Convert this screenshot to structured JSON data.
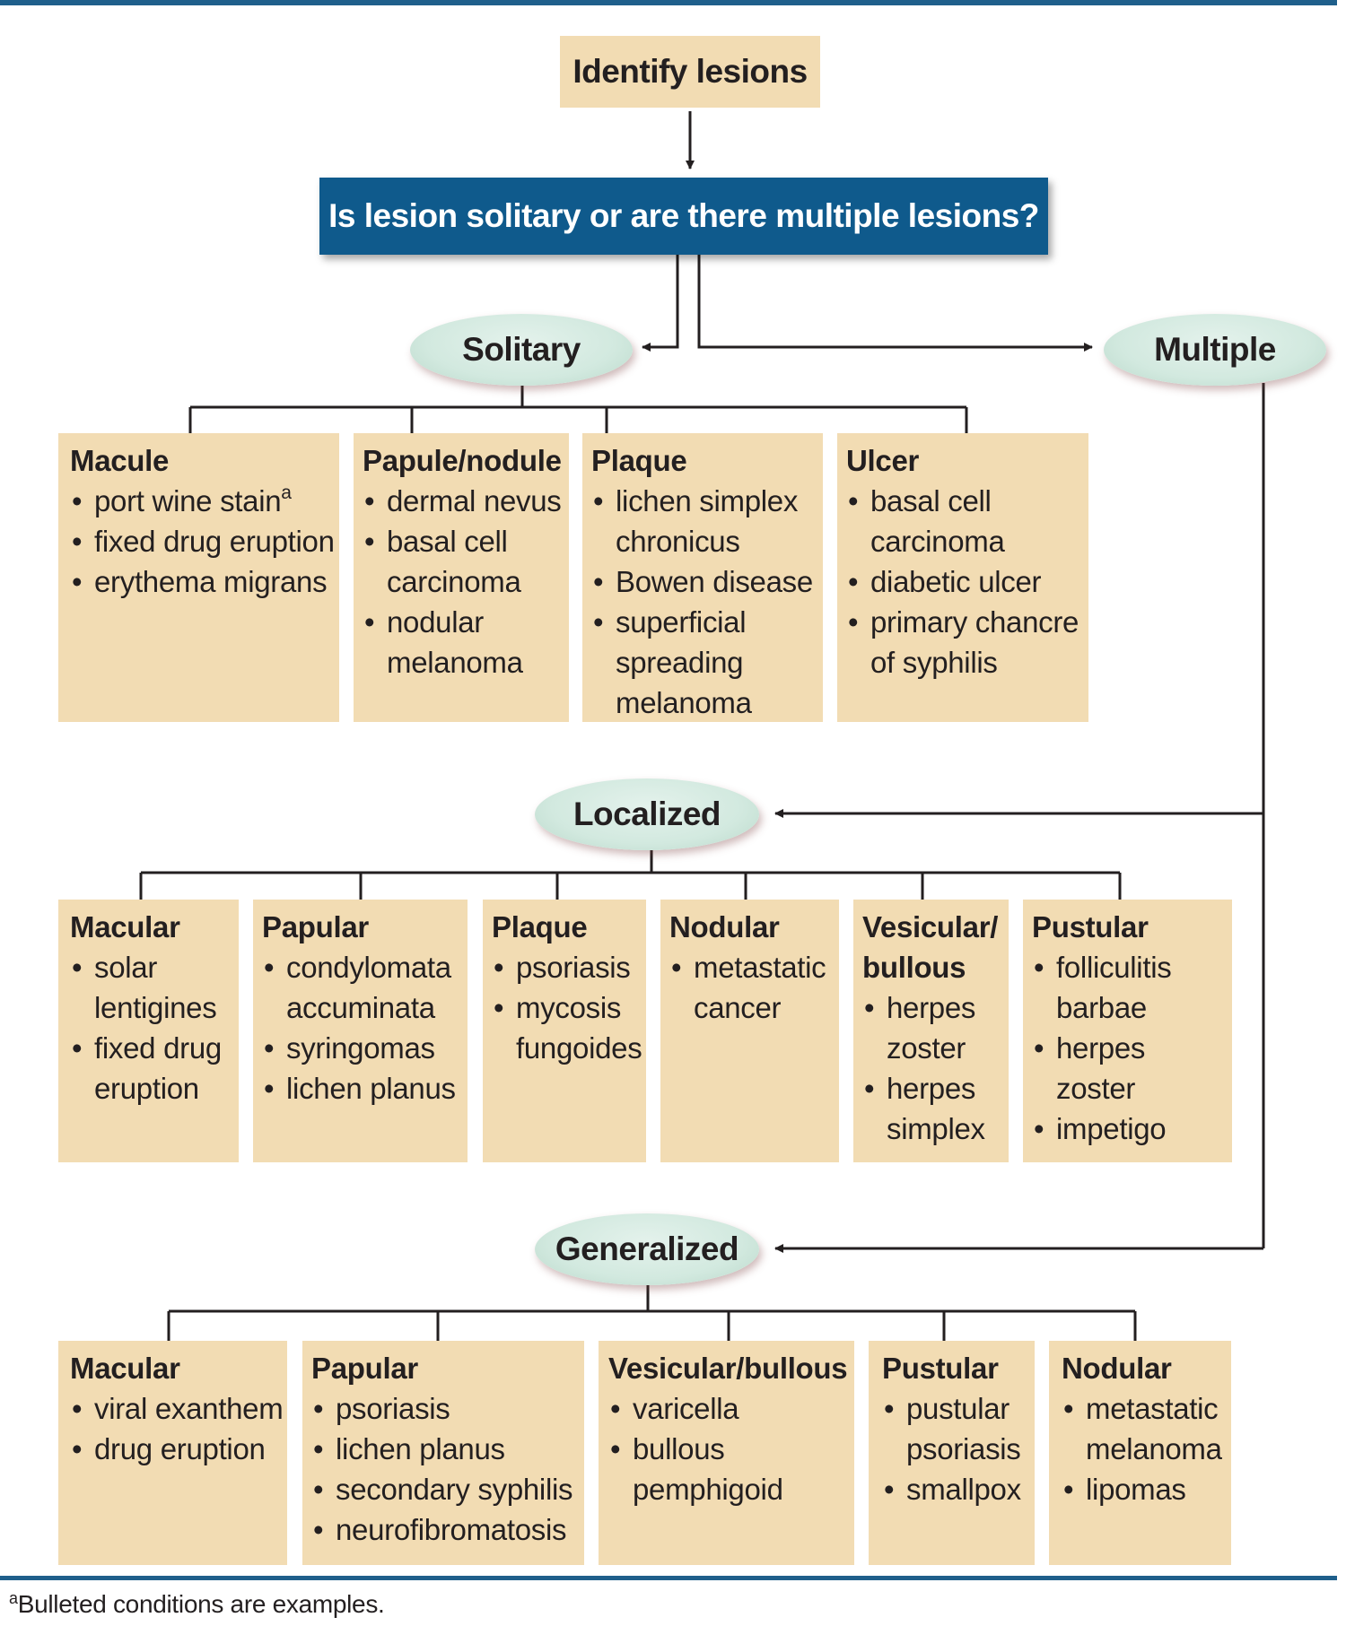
{
  "start": "Identify lesions",
  "question": "Is lesion solitary or are there multiple lesions?",
  "branches": {
    "solitary": "Solitary",
    "multiple": "Multiple",
    "localized": "Localized",
    "generalized": "Generalized"
  },
  "solitary_boxes": [
    {
      "title": "Macule",
      "items": [
        "port wine stain",
        "fixed drug eruption",
        "erythema migrans"
      ],
      "footnote_marker": "a"
    },
    {
      "title": "Papule/nodule",
      "items": [
        "dermal nevus",
        "basal cell carcinoma",
        "nodular melanoma"
      ]
    },
    {
      "title": "Plaque",
      "items": [
        "lichen simplex chronicus",
        "Bowen disease",
        "superficial spreading melanoma"
      ]
    },
    {
      "title": "Ulcer",
      "items": [
        "basal cell carcinoma",
        "diabetic ulcer",
        "primary chancre of syphilis"
      ]
    }
  ],
  "localized_boxes": [
    {
      "title": "Macular",
      "items": [
        "solar lentigines",
        "fixed drug eruption"
      ]
    },
    {
      "title": "Papular",
      "items": [
        "condylomata accuminata",
        "syringomas",
        "lichen planus"
      ]
    },
    {
      "title": "Plaque",
      "items": [
        "psoriasis",
        "mycosis fungoides"
      ]
    },
    {
      "title": "Nodular",
      "items": [
        "metastatic cancer"
      ]
    },
    {
      "title": "Vesicular/ bullous",
      "items": [
        "herpes zoster",
        "herpes simplex"
      ]
    },
    {
      "title": "Pustular",
      "items": [
        "folliculitis barbae",
        "herpes zoster",
        "impetigo"
      ]
    }
  ],
  "generalized_boxes": [
    {
      "title": "Macular",
      "items": [
        "viral exanthem",
        "drug eruption"
      ]
    },
    {
      "title": "Papular",
      "items": [
        "psoriasis",
        "lichen planus",
        "secondary syphilis",
        "neurofibromatosis"
      ]
    },
    {
      "title": "Vesicular/bullous",
      "items": [
        "varicella",
        "bullous pemphigoid"
      ]
    },
    {
      "title": "Pustular",
      "items": [
        "pustular psoriasis",
        "smallpox"
      ]
    },
    {
      "title": "Nodular",
      "items": [
        "metastatic melanoma",
        "lipomas"
      ]
    }
  ],
  "footnote": {
    "marker": "a",
    "text": "Bulleted conditions are examples."
  }
}
